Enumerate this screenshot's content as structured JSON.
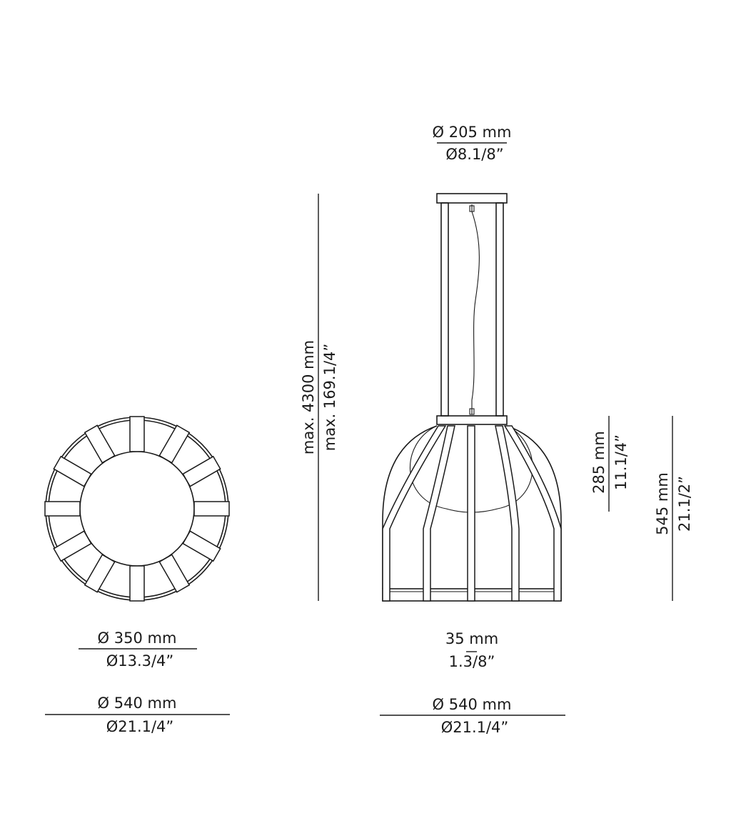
{
  "top_view": {
    "inner_diameter_mm": "Ø 350 mm",
    "inner_diameter_in": "Ø13.3/4”",
    "outer_diameter_mm": "Ø 540 mm",
    "outer_diameter_in": "Ø21.1/4”"
  },
  "side_view": {
    "canopy_diameter_mm": "Ø 205 mm",
    "canopy_diameter_in": "Ø8.1/8”",
    "max_height_mm": "max. 4300 mm",
    "max_height_in": "max. 169.1/4”",
    "rib_width_mm": "35 mm",
    "rib_width_in": "1.3/8”",
    "shade_diameter_mm": "Ø 540 mm",
    "shade_diameter_in": "Ø21.1/4”",
    "diffuser_height_mm": "285 mm",
    "diffuser_height_in": "11.1/4”",
    "shade_height_mm": "545 mm",
    "shade_height_in": "21.1/2”"
  }
}
